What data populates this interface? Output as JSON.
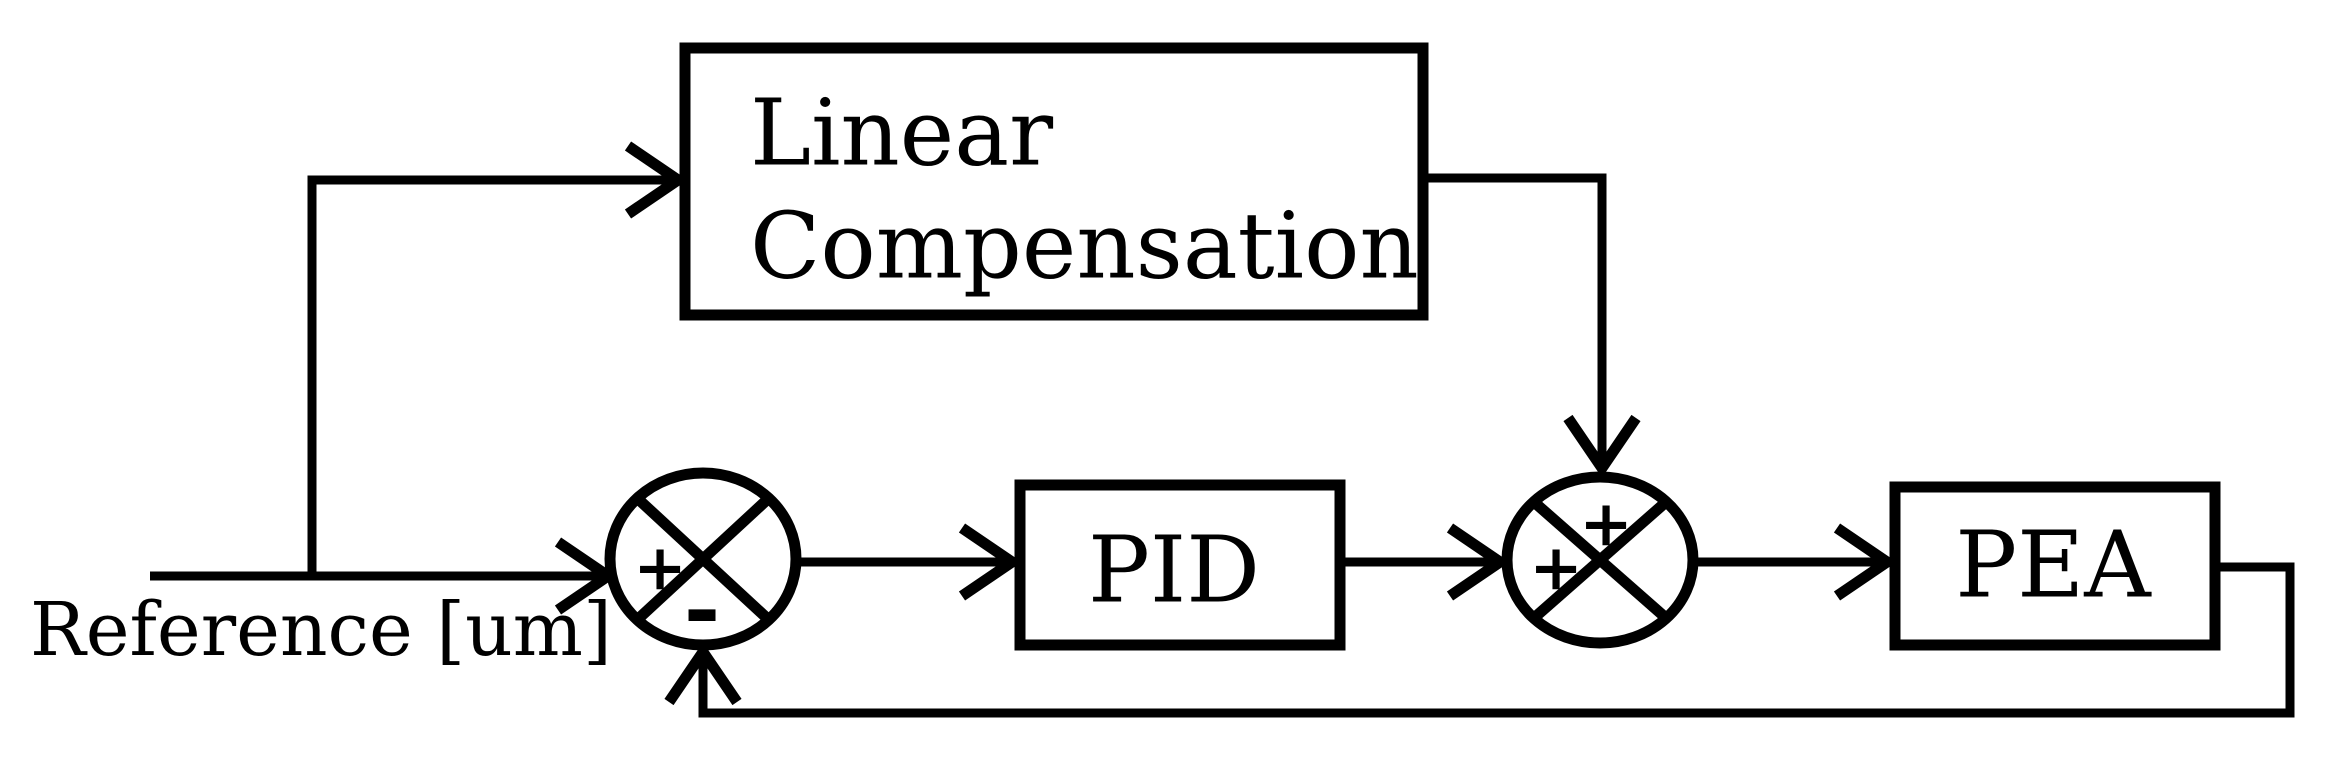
{
  "diagram": {
    "type": "control-block-diagram",
    "background_color": "#ffffff",
    "line_color": "#000000",
    "input_label": "Reference [um]",
    "blocks": {
      "linear_compensation": {
        "label": "Linear Compensation",
        "line1": "Linear",
        "line2": "Compensation"
      },
      "pid": {
        "label": "PID"
      },
      "pea": {
        "label": "PEA"
      }
    },
    "summing_junctions": {
      "sum1": {
        "description": "comparator before PID: reference plus, feedback minus",
        "left_sign": "+",
        "bottom_sign": "-"
      },
      "sum2": {
        "description": "adder before PEA: PID output plus, linear compensation plus",
        "left_sign": "+",
        "top_sign": "+"
      }
    },
    "connections": [
      "Reference [um] -> sum1 (+)",
      "Reference [um] -> Linear Compensation",
      "sum1 -> PID",
      "PID -> sum2 (+)",
      "Linear Compensation -> sum2 (+)",
      "sum2 -> PEA",
      "PEA -> sum1 (-) feedback"
    ]
  }
}
